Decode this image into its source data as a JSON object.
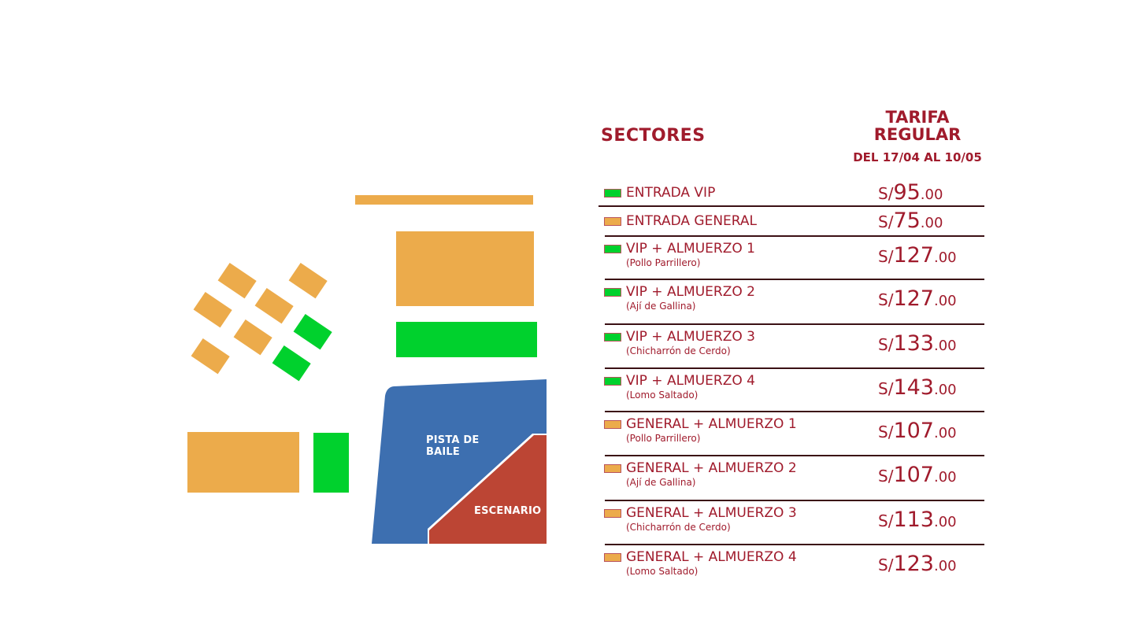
{
  "colors": {
    "vip": "#00d12d",
    "general": "#ecab4b",
    "dance_floor": "#3d6fb0",
    "stage": "#bc4534",
    "text": "#a01b2c",
    "divider": "#3b1014"
  },
  "map": {
    "dance_floor_label_line1": "PISTA DE",
    "dance_floor_label_line2": "BAILE",
    "stage_label": "ESCENARIO"
  },
  "table": {
    "sectors_header": "SECTORES",
    "tariff_header_line1": "TARIFA",
    "tariff_header_line2": "REGULAR",
    "date_range": "DEL 17/04 AL 10/05",
    "rows": [
      {
        "type": "vip",
        "name": "ENTRADA VIP",
        "sub": "",
        "currency": "S/",
        "amount": "95",
        "decimals": ".00"
      },
      {
        "type": "general",
        "name": "ENTRADA GENERAL",
        "sub": "",
        "currency": "S/",
        "amount": "75",
        "decimals": ".00"
      },
      {
        "type": "vip",
        "name": "VIP + ALMUERZO 1",
        "sub": "(Pollo Parrillero)",
        "currency": "S/",
        "amount": "127",
        "decimals": ".00"
      },
      {
        "type": "vip",
        "name": "VIP + ALMUERZO 2",
        "sub": "(Ají de Gallina)",
        "currency": "S/",
        "amount": "127",
        "decimals": ".00"
      },
      {
        "type": "vip",
        "name": "VIP + ALMUERZO 3",
        "sub": "(Chicharrón de Cerdo)",
        "currency": "S/",
        "amount": "133",
        "decimals": ".00"
      },
      {
        "type": "vip",
        "name": "VIP + ALMUERZO 4",
        "sub": "(Lomo Saltado)",
        "currency": "S/",
        "amount": "143",
        "decimals": ".00"
      },
      {
        "type": "general",
        "name": "GENERAL + ALMUERZO 1",
        "sub": "(Pollo Parrillero)",
        "currency": "S/",
        "amount": "107",
        "decimals": ".00"
      },
      {
        "type": "general",
        "name": "GENERAL + ALMUERZO 2",
        "sub": "(Ají de Gallina)",
        "currency": "S/",
        "amount": "107",
        "decimals": ".00"
      },
      {
        "type": "general",
        "name": "GENERAL + ALMUERZO 3",
        "sub": "(Chicharrón de Cerdo)",
        "currency": "S/",
        "amount": "113",
        "decimals": ".00"
      },
      {
        "type": "general",
        "name": "GENERAL + ALMUERZO 4",
        "sub": "(Lomo Saltado)",
        "currency": "S/",
        "amount": "123",
        "decimals": ".00"
      }
    ]
  }
}
